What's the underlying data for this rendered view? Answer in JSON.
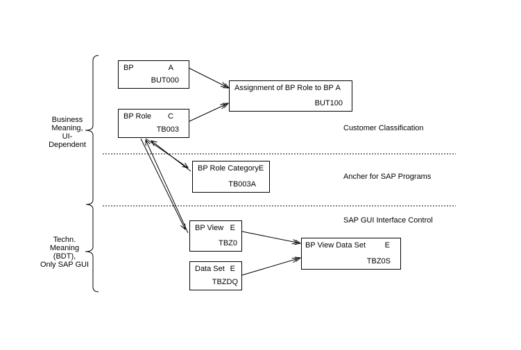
{
  "boxes": [
    {
      "name": "BP",
      "letter": "A",
      "table": "BUT000"
    },
    {
      "name": "Assignment of BP Role to BP",
      "letter": "A",
      "table": "BUT100"
    },
    {
      "name": "BP Role",
      "letter": "C",
      "table": "TB003"
    },
    {
      "name": "BP Role Category",
      "letter": "E",
      "table": "TB003A"
    },
    {
      "name": "BP View",
      "letter": "E",
      "table": "TBZ0"
    },
    {
      "name": "Data Set",
      "letter": "E",
      "table": "TBZDQ"
    },
    {
      "name": "BP View Data Set",
      "letter": "E",
      "table": "TBZ0S"
    }
  ],
  "left_labels": {
    "business": [
      "Business",
      "Meaning,",
      "UI-",
      "Dependent"
    ],
    "technical": [
      "Techn.",
      "Meaning",
      "(BDT),",
      "Only SAP GUI"
    ]
  },
  "right_labels": {
    "classification": "Customer Classification",
    "anchor": "Ancher for SAP Programs",
    "gui": "SAP GUI Interface Control"
  },
  "colors": {
    "line": "#000000",
    "background": "#ffffff",
    "text": "#000000"
  }
}
